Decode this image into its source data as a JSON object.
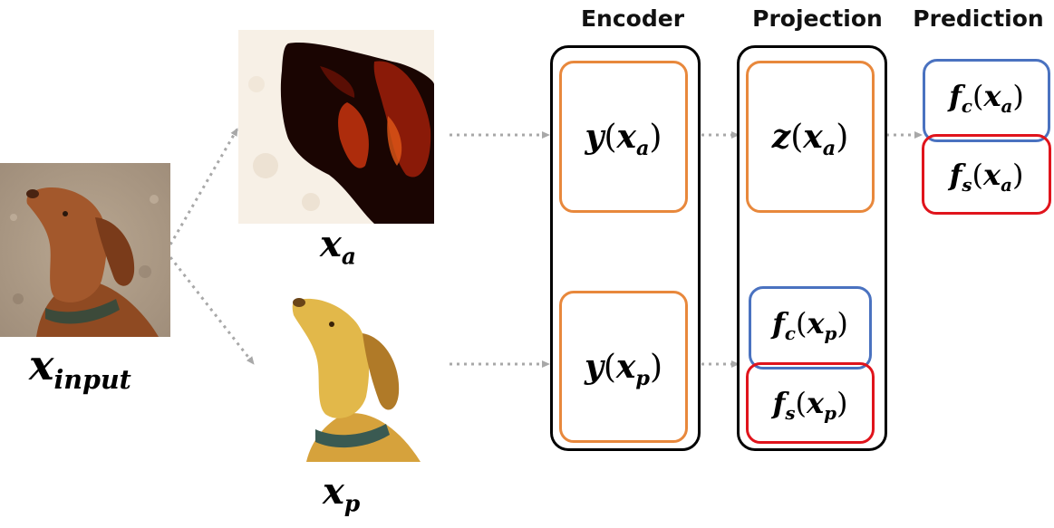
{
  "headers": {
    "encoder": "Encoder",
    "projection": "Projection",
    "prediction": "Prediction"
  },
  "labels": {
    "x_input": {
      "base": "x",
      "sub": "input"
    },
    "x_a": {
      "base": "x",
      "sub": "a"
    },
    "x_p": {
      "base": "x",
      "sub": "p"
    }
  },
  "encoder": {
    "top": {
      "fn": "y",
      "arg": "x",
      "arg_sub": "a"
    },
    "bottom": {
      "fn": "y",
      "arg": "x",
      "arg_sub": "p"
    }
  },
  "projection": {
    "top": {
      "fn": "z",
      "arg": "x",
      "arg_sub": "a"
    },
    "bottom_c": {
      "fn": "f",
      "fn_sub": "c",
      "arg": "x",
      "arg_sub": "p"
    },
    "bottom_s": {
      "fn": "f",
      "fn_sub": "s",
      "arg": "x",
      "arg_sub": "p"
    }
  },
  "prediction": {
    "c": {
      "fn": "f",
      "fn_sub": "c",
      "arg": "x",
      "arg_sub": "a"
    },
    "s": {
      "fn": "f",
      "fn_sub": "s",
      "arg": "x",
      "arg_sub": "a"
    }
  },
  "colors": {
    "orange": "#E8883C",
    "blue": "#4A72C0",
    "red": "#E0141C",
    "arrow": "#A8A8A8"
  }
}
